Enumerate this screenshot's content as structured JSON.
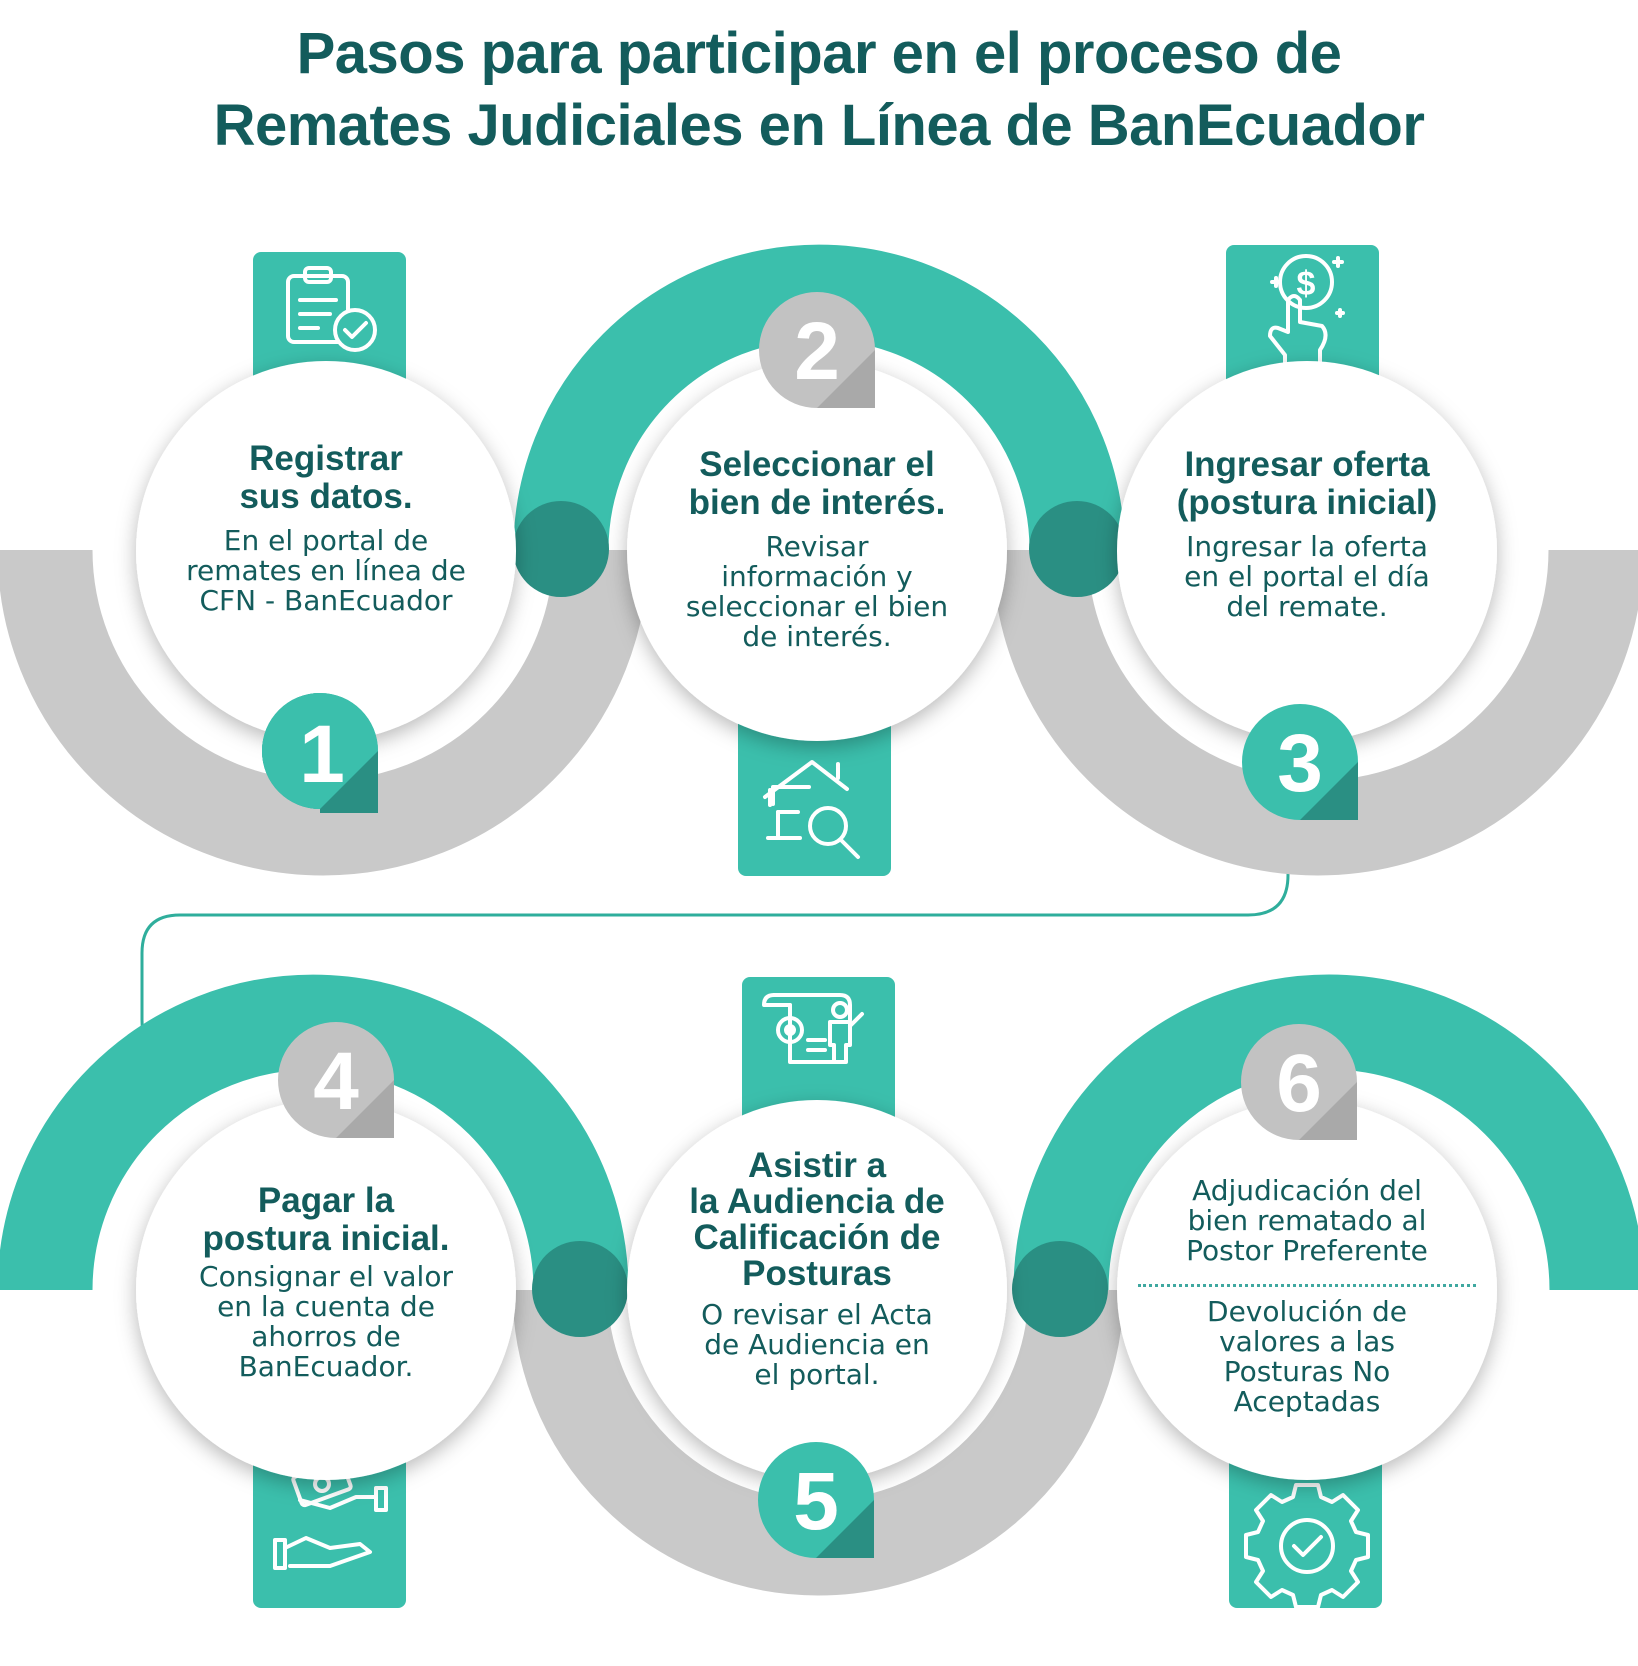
{
  "title": {
    "line1": "Pasos para participar en el proceso de",
    "line2": "Remates Judiciales en Línea de BanEcuador"
  },
  "colors": {
    "teal": "#3bbfac",
    "teal_dark": "#2a8f83",
    "gray": "#c9c9c9",
    "text": "#135c5c",
    "number_gray": "#c2c2c2"
  },
  "steps": [
    {
      "number": "1",
      "title_lines": [
        "Registrar",
        "sus datos."
      ],
      "desc_lines": [
        "En el portal de",
        "remates en línea de",
        "CFN - BanEcuador"
      ],
      "icon": "clipboard-check-icon"
    },
    {
      "number": "2",
      "title_lines": [
        "Seleccionar el",
        "bien de interés."
      ],
      "desc_lines": [
        "Revisar",
        "información y",
        "seleccionar el bien",
        "de interés."
      ],
      "icon": "house-search-icon"
    },
    {
      "number": "3",
      "title_lines": [
        "Ingresar oferta",
        "(postura inicial)"
      ],
      "desc_lines": [
        "Ingresar la oferta",
        "en el portal el día",
        "del remate."
      ],
      "icon": "tap-coin-icon"
    },
    {
      "number": "4",
      "title_lines": [
        "Pagar la",
        "postura inicial."
      ],
      "desc_lines": [
        "Consignar el valor",
        "en la cuenta de",
        "ahorros de",
        "BanEcuador."
      ],
      "icon": "hands-money-icon"
    },
    {
      "number": "5",
      "title_lines": [
        "Asistir a",
        "la Audiencia de",
        "Calificación de",
        "Posturas"
      ],
      "desc_lines": [
        "O revisar el Acta",
        "de Audiencia en",
        "el portal."
      ],
      "icon": "presentation-gear-icon"
    },
    {
      "number": "6",
      "title_lines": [],
      "desc_lines": [
        "Adjudicación del",
        "bien rematado al",
        "Postor Preferente"
      ],
      "desc2_lines": [
        "Devolución de",
        "valores a las",
        "Posturas No",
        "Aceptadas"
      ],
      "icon": "gear-check-icon"
    }
  ]
}
